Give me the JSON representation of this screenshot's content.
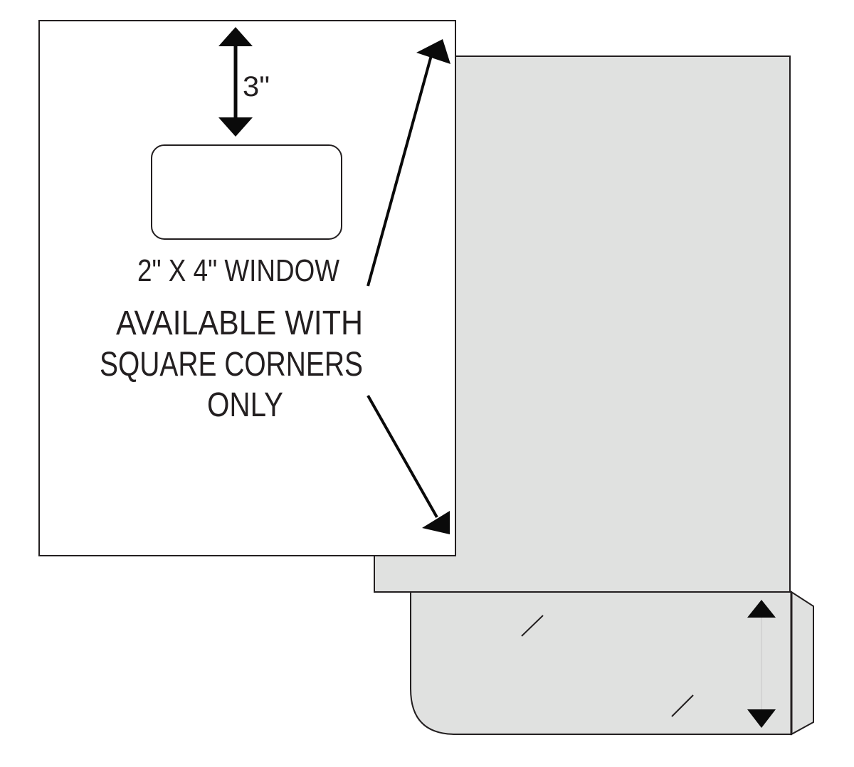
{
  "labels": {
    "top_margin": "3\"",
    "window_size": "2\" X 4\" WINDOW",
    "note_line1": "AVAILABLE WITH",
    "note_line2": "SQUARE CORNERS",
    "note_line3": "ONLY"
  },
  "colors": {
    "panel_fill": "#e0e1e0",
    "stroke": "#231f20",
    "sheet_fill": "#ffffff"
  }
}
